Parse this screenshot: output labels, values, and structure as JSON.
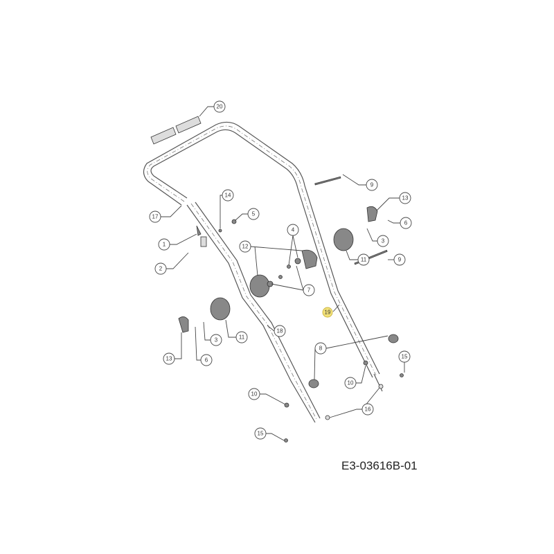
{
  "diagram_code": "E3-03616B-01",
  "highlighted_callout": "19",
  "highlight_color": "#f3e27a",
  "callouts": [
    {
      "label": "20"
    },
    {
      "label": "9"
    },
    {
      "label": "13"
    },
    {
      "label": "6"
    },
    {
      "label": "3"
    },
    {
      "label": "17"
    },
    {
      "label": "14"
    },
    {
      "label": "5"
    },
    {
      "label": "4"
    },
    {
      "label": "1"
    },
    {
      "label": "12"
    },
    {
      "label": "11"
    },
    {
      "label": "9"
    },
    {
      "label": "2"
    },
    {
      "label": "7"
    },
    {
      "label": "19"
    },
    {
      "label": "18"
    },
    {
      "label": "3"
    },
    {
      "label": "11"
    },
    {
      "label": "13"
    },
    {
      "label": "6"
    },
    {
      "label": "8"
    },
    {
      "label": "15"
    },
    {
      "label": "10"
    },
    {
      "label": "10"
    },
    {
      "label": "16"
    },
    {
      "label": "15"
    }
  ]
}
